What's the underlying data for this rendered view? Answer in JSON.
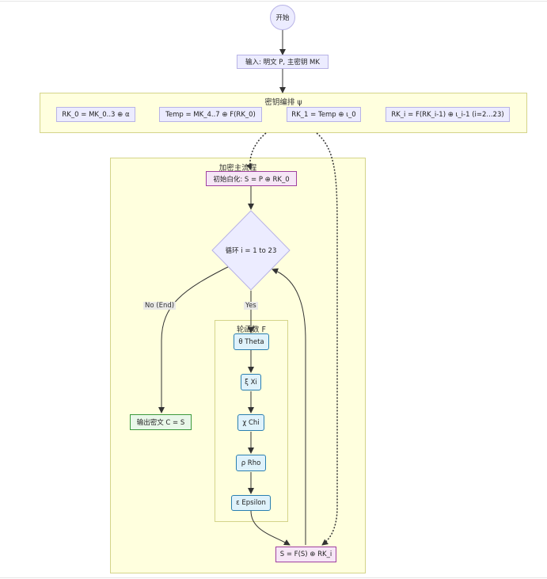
{
  "nodes": {
    "start": "开始",
    "input": "输入: 明文 P, 主密钥 MK",
    "rk0": "RK_0 = MK_0..3 ⊕ α",
    "temp": "Temp = MK_4..7 ⊕ F(RK_0)",
    "rk1": "RK_1 = Temp ⊕ ι_0",
    "rki": "RK_i = F(RK_i-1) ⊕ ι_i-1 (i=2...23)",
    "init": "初始白化: S = P ⊕ RK_0",
    "loop": "循环 i = 1 to 23",
    "theta": "θ Theta",
    "xi": "ξ Xi",
    "chi": "χ Chi",
    "rho": "ρ Rho",
    "epsilon": "ε Epsilon",
    "output": "输出密文 C = S",
    "update": "S = F(S) ⊕ RK_i"
  },
  "clusters": {
    "key_schedule": "密钥编排 ψ",
    "encryption": "加密主流程",
    "round_function": "轮函数 F"
  },
  "edge_labels": {
    "no_end": "No (End)",
    "yes": "Yes"
  },
  "colors": {
    "default_fill": "#ececff",
    "cluster_fill": "#ffffde",
    "init_border": "#a040a0",
    "round_border": "#2a7fb0",
    "output_border": "#3c9a3c",
    "edge": "#333333"
  }
}
